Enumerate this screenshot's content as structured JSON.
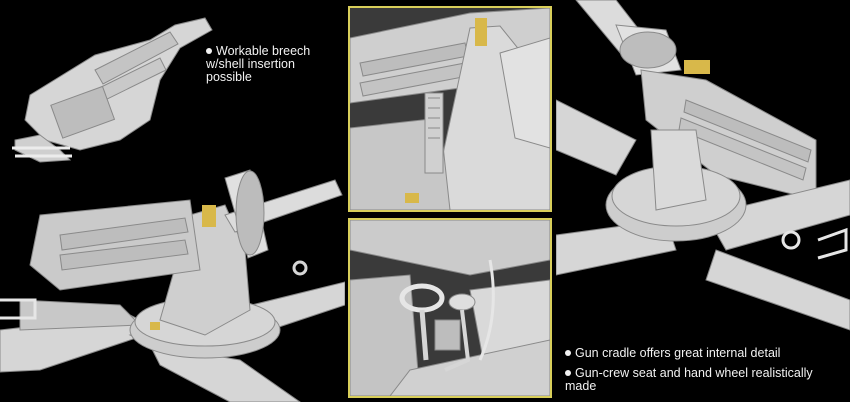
{
  "captions": {
    "breech": "Workable breech w/shell insertion possible",
    "cradle": "Gun cradle offers great internal detail",
    "seat": "Gun-crew seat and hand wheel realistically made"
  },
  "colors": {
    "background": "#000000",
    "model_grey": "#d6d6d6",
    "inset_border": "#d9cf5a",
    "caption_text": "#f2f2f2",
    "etched_parts": "#d8b84a"
  },
  "icons": {
    "bullet": "bullet-icon"
  }
}
